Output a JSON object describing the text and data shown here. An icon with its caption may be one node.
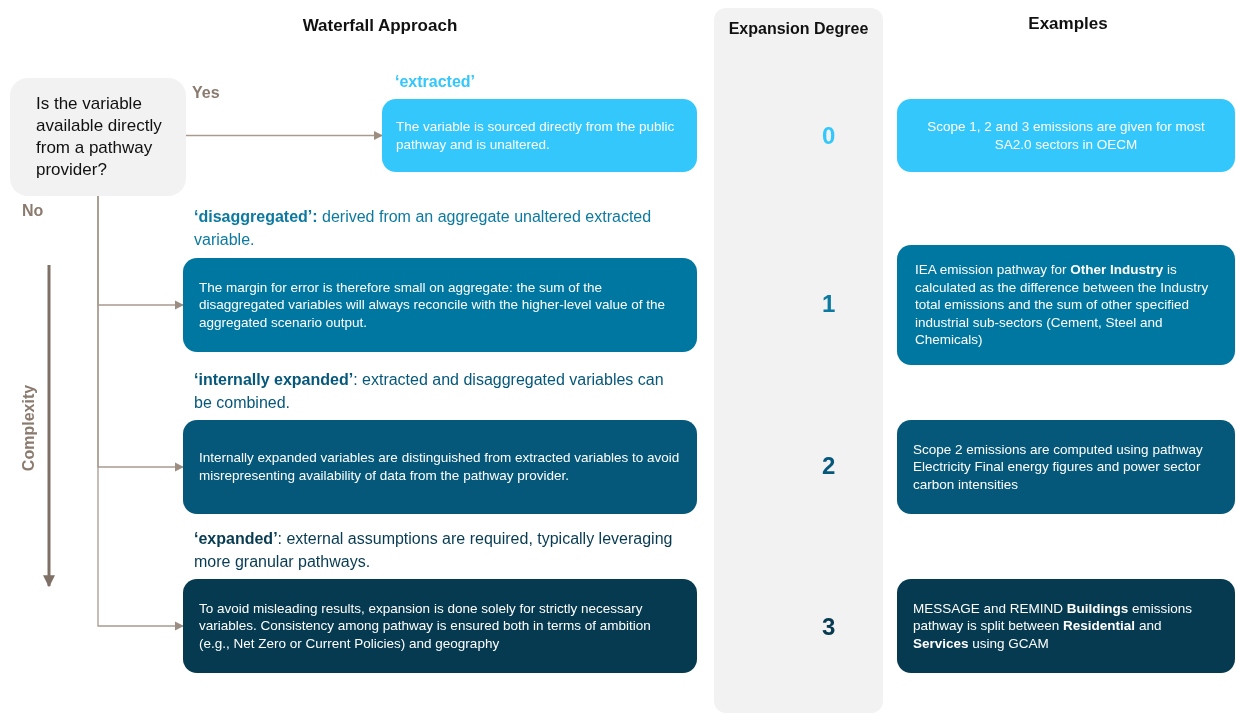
{
  "diagram": {
    "nodes": [
      {
        "text": [
          "Is the variable available directly from a pathway provider?"
        ]
      },
      {
        "text": [
          "‘extracted’",
          "The variable is sourced directly from the public pathway and is unaltered."
        ]
      },
      {
        "text": [
          "**‘disaggregated’:** derived from an aggregate unaltered extracted variable.",
          "The margin for error is therefore small on aggregate: the sum of the disaggregated variables will always reconcile with the higher-level value of the aggregated scenario output."
        ]
      },
      {
        "text": [
          "**‘internally expanded’**: extracted and disaggregated variables can be combined.",
          "Internally expanded variables are distinguished from extracted variables to avoid misrepresenting availability of data from the pathway provider."
        ]
      },
      {
        "text": [
          "**‘expanded’**: external assumptions are required, typically leveraging more granular pathways.",
          "To avoid misleading results, expansion is done solely for strictly necessary variables. Consistency among pathway is ensured both in terms of ambition (e.g., Net Zero or Current Policies) and geography"
        ]
      },
      {
        "text": [
          "Expansion Degree"
        ]
      },
      {
        "text": [
          "Scope 1, 2 and 3 emissions are given for most SA2.0 sectors in OECM"
        ]
      },
      {
        "text": [
          "IEA emission pathway for **Other Industry** is calculated as the difference between the Industry total emissions and the sum of other specified industrial sub-sectors (Cement, Steel and Chemicals)"
        ]
      },
      {
        "text": [
          "Scope 2 emissions are computed using pathway Electricity Final energy figures and power sector carbon intensities"
        ]
      },
      {
        "text": [
          "MESSAGE and REMIND **Buildings** emissions pathway is split between **Residential** and **Services** using GCAM"
        ]
      }
    ],
    "edges": [
      {
        "from": 0,
        "to": 1,
        "arrow": "to",
        "label": "Yes"
      },
      {
        "from": 0,
        "to": 2,
        "arrow": "to"
      },
      {
        "from": 0,
        "to": 3,
        "arrow": "to"
      },
      {
        "from": 0,
        "to": 4,
        "arrow": "to"
      }
    ],
    "labels": [
      "Waterfall Approach",
      "Examples",
      "No",
      "Complexity",
      "0",
      "1",
      "2",
      "3"
    ]
  }
}
